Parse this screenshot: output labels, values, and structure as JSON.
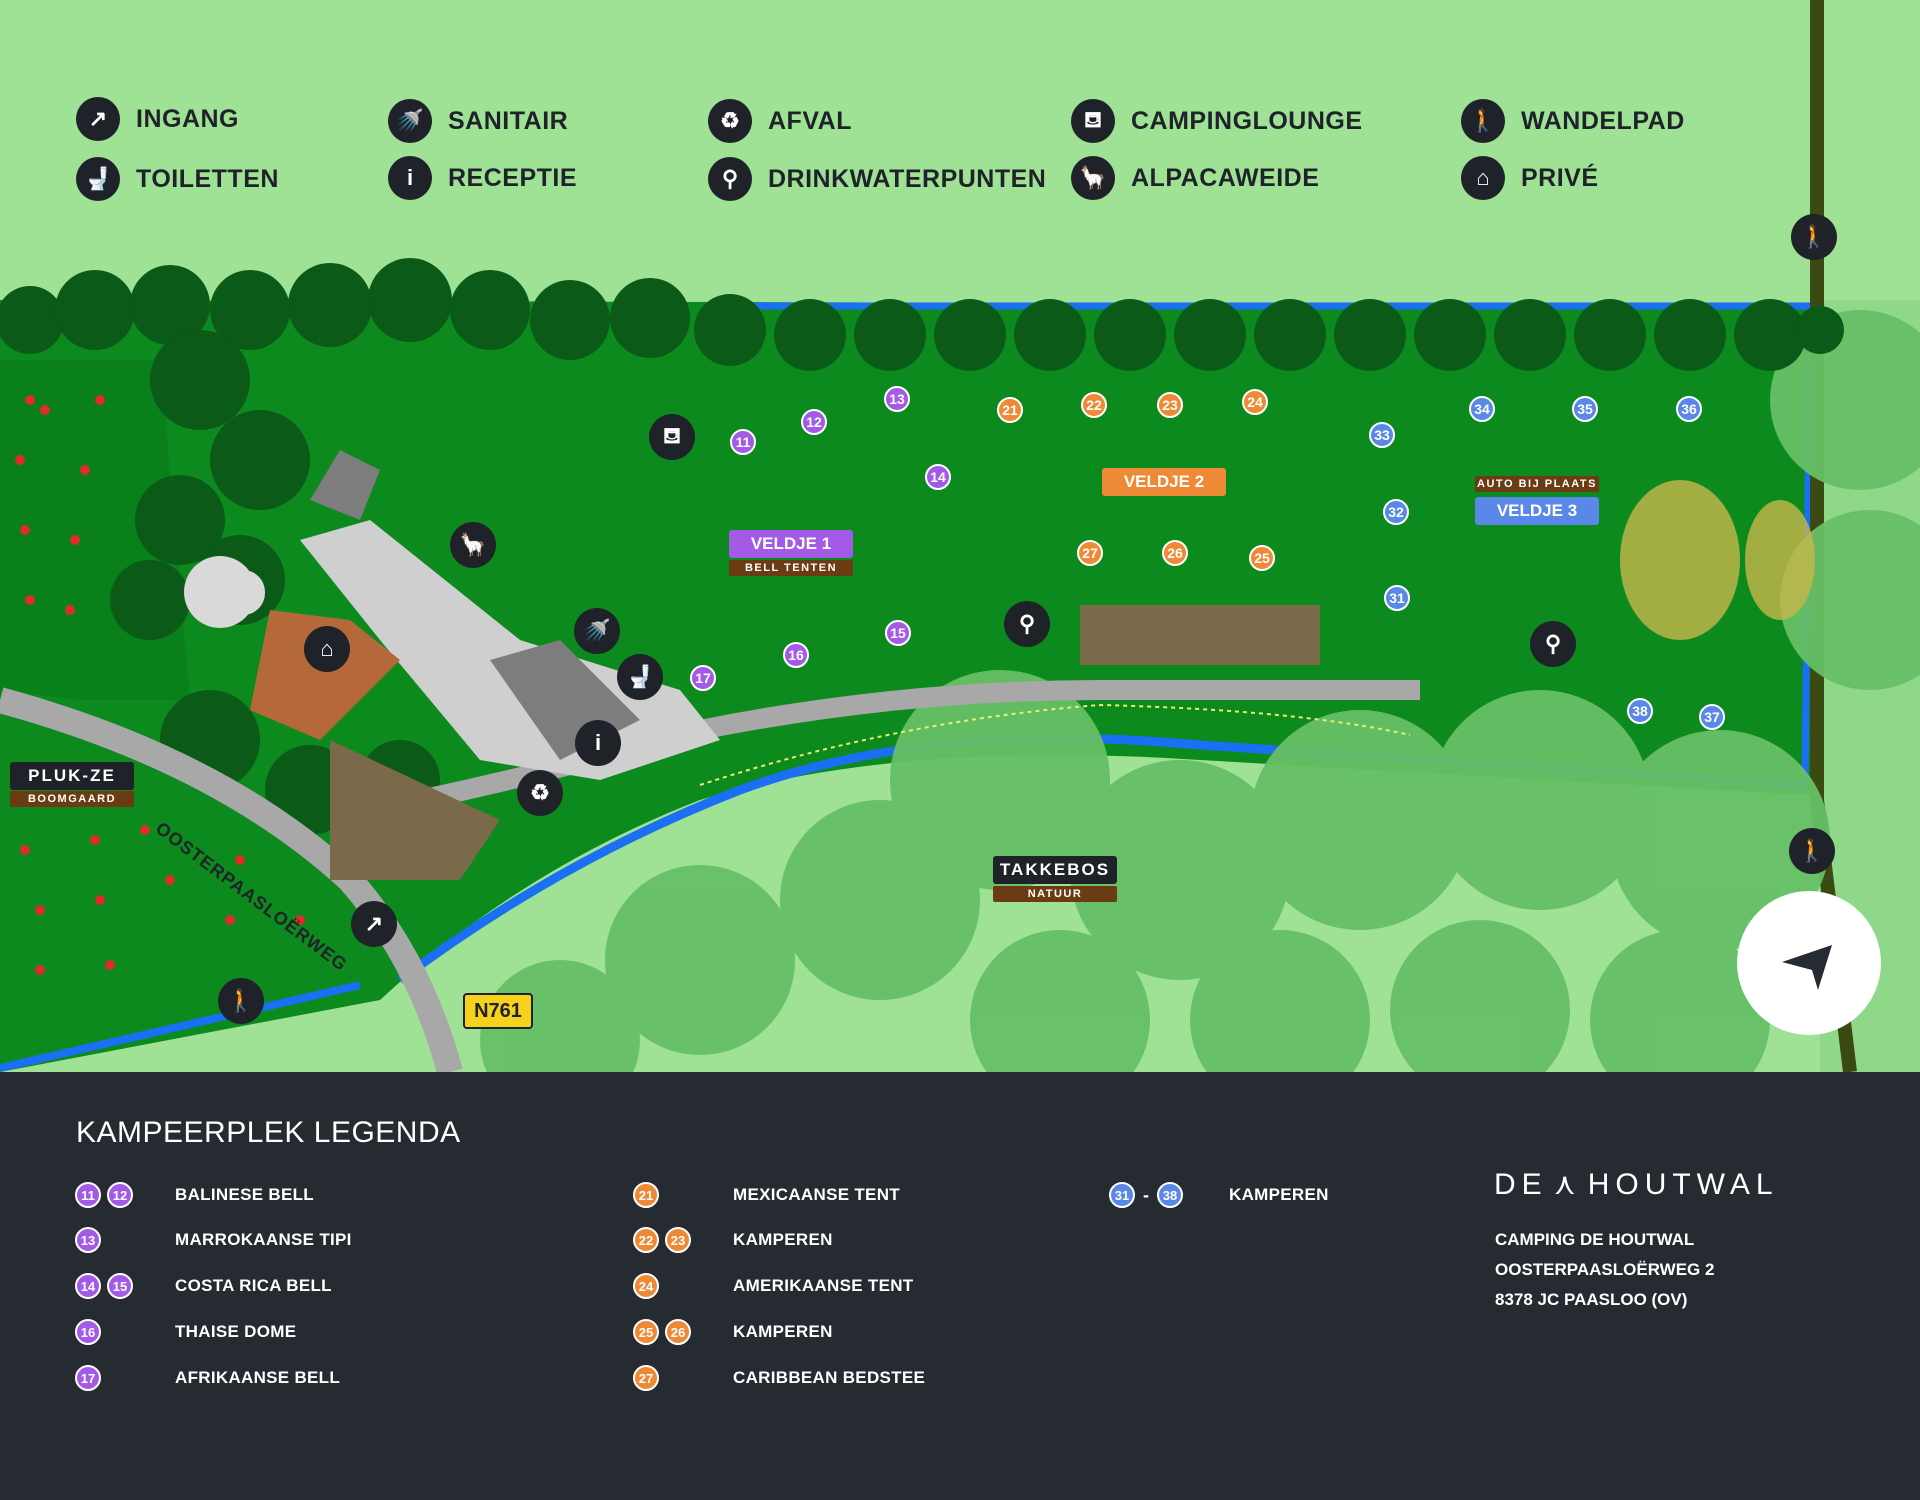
{
  "top_legend": [
    {
      "label": "INGANG",
      "icon": "arrow-icon"
    },
    {
      "label": "TOILETTEN",
      "icon": "toilet-icon"
    },
    {
      "label": "SANITAIR",
      "icon": "shower-icon"
    },
    {
      "label": "RECEPTIE",
      "icon": "info-icon"
    },
    {
      "label": "AFVAL",
      "icon": "recycle-icon"
    },
    {
      "label": "DRINKWATERPUNTEN",
      "icon": "water-tap-icon"
    },
    {
      "label": "CAMPINGLOUNGE",
      "icon": "lounge-icon"
    },
    {
      "label": "ALPACAWEIDE",
      "icon": "alpaca-icon"
    },
    {
      "label": "WANDELPAD",
      "icon": "hiker-icon"
    },
    {
      "label": "PRIVÉ",
      "icon": "private-house-icon"
    }
  ],
  "map": {
    "veldje1": "VELDJE 1",
    "veldje1_sub": "BELL TENTEN",
    "veldje2": "VELDJE 2",
    "veldje3": "VELDJE 3",
    "veldje3_sub": "AUTO BIJ PLAATS",
    "pluk": "PLUK-ZE",
    "pluk_sub": "BOOMGAARD",
    "takkebos": "TAKKEBOS",
    "takkebos_sub": "NATUUR",
    "road": "OOSTERPAASLOËRWEG",
    "route": "N761",
    "pins": [
      "11",
      "12",
      "13",
      "14",
      "15",
      "16",
      "17",
      "21",
      "22",
      "23",
      "24",
      "25",
      "26",
      "27",
      "31",
      "32",
      "33",
      "34",
      "35",
      "36",
      "37",
      "38"
    ]
  },
  "colors": {
    "grass": "#0c8a1e",
    "light_grass": "#9fe296",
    "tree_dark": "#0b5a17",
    "water": "#1a6ff2",
    "purple": "#a35ae6",
    "orange": "#ee8a36",
    "blue": "#5a88e8",
    "dark": "#262a31"
  },
  "legend": {
    "title": "KAMPEERPLEK LEGENDA",
    "col1": [
      {
        "pins": [
          "11",
          "12"
        ],
        "label": "BALINESE BELL"
      },
      {
        "pins": [
          "13"
        ],
        "label": "MARROKAANSE TIPI"
      },
      {
        "pins": [
          "14",
          "15"
        ],
        "label": "COSTA RICA BELL"
      },
      {
        "pins": [
          "16"
        ],
        "label": "THAISE DOME"
      },
      {
        "pins": [
          "17"
        ],
        "label": "AFRIKAANSE BELL"
      }
    ],
    "col2": [
      {
        "pins": [
          "21"
        ],
        "label": "MEXICAANSE TENT"
      },
      {
        "pins": [
          "22",
          "23"
        ],
        "label": "KAMPEREN"
      },
      {
        "pins": [
          "24"
        ],
        "label": "AMERIKAANSE TENT"
      },
      {
        "pins": [
          "25",
          "26"
        ],
        "label": "KAMPEREN"
      },
      {
        "pins": [
          "27"
        ],
        "label": "CARIBBEAN BEDSTEE"
      }
    ],
    "col3": [
      {
        "pins": [
          "31",
          "38"
        ],
        "dash": "-",
        "label": "KAMPEREN"
      }
    ]
  },
  "brand": {
    "name_left": "DE",
    "name_right": "HOUTWAL",
    "line1": "CAMPING DE HOUTWAL",
    "line2": "OOSTERPAASLOËRWEG 2",
    "line3": "8378 JC PAASLOO (OV)"
  }
}
